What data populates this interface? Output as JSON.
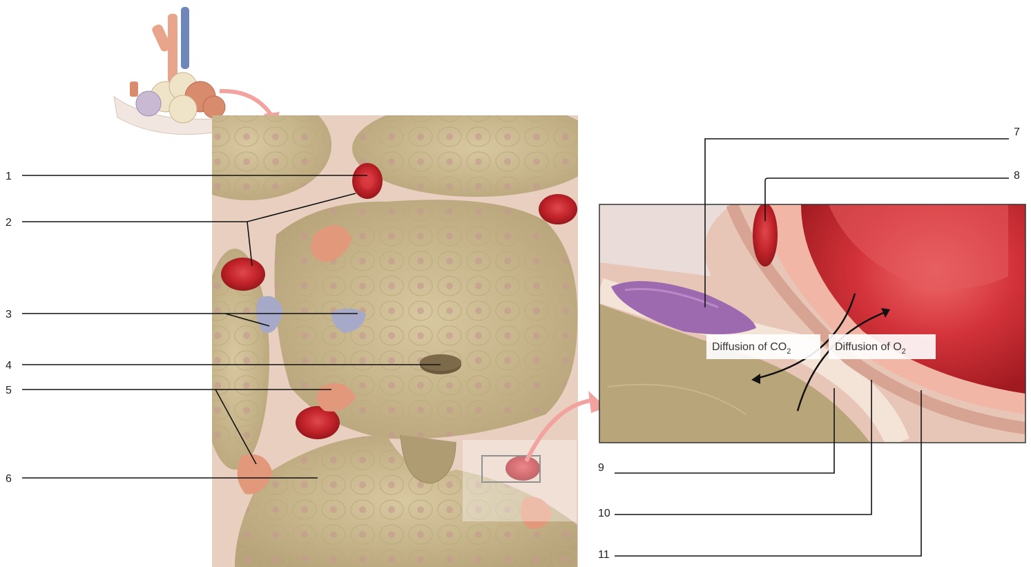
{
  "labels": [
    "1",
    "2",
    "3",
    "4",
    "5",
    "6",
    "7",
    "8",
    "9",
    "10",
    "11"
  ],
  "diffusion": {
    "co2": {
      "prefix": "Diffusion of CO",
      "subscript": "2"
    },
    "o2": {
      "prefix": "Diffusion of O",
      "subscript": "2"
    }
  },
  "colors": {
    "alveolus_tan": "#c9b489",
    "alveolus_dark": "#a8956a",
    "tissue_pink": "#e8c4b4",
    "rbc_red": "#c8252c",
    "macrophage_purple": "#8a6ba8",
    "arrow_pink": "#f2a3a0"
  }
}
